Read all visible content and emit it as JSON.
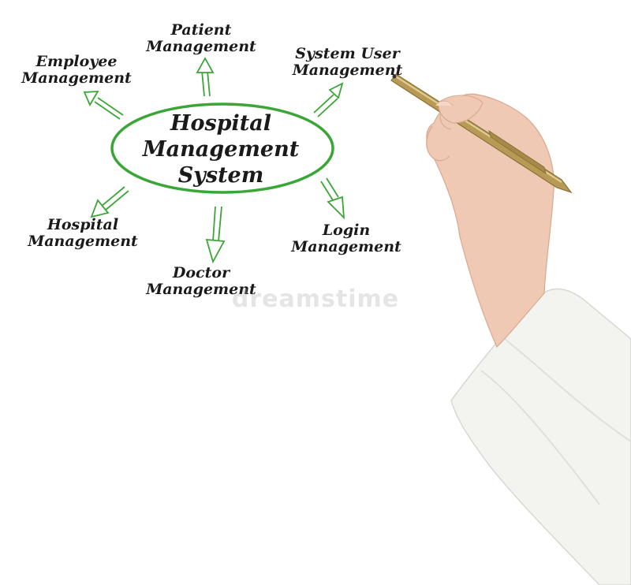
{
  "diagram": {
    "center": {
      "line1": "Hospital",
      "line2": "Management",
      "line3": "System"
    },
    "nodes": {
      "patient": {
        "line1": "Patient",
        "line2": "Management"
      },
      "employee": {
        "line1": "Employee",
        "line2": "Management"
      },
      "system_user": {
        "line1": "System User",
        "line2": "Management"
      },
      "hospital": {
        "line1": "Hospital",
        "line2": "Management"
      },
      "doctor": {
        "line1": "Doctor",
        "line2": "Management"
      },
      "login": {
        "line1": "Login",
        "line2": "Management"
      }
    }
  },
  "watermark": "dreamstime",
  "colors": {
    "accent_green": "#3aa636",
    "text": "#1a1a1a",
    "sleeve": "#f3f3f0",
    "skin": "#f0c9b4",
    "pen": "#b89a55"
  }
}
